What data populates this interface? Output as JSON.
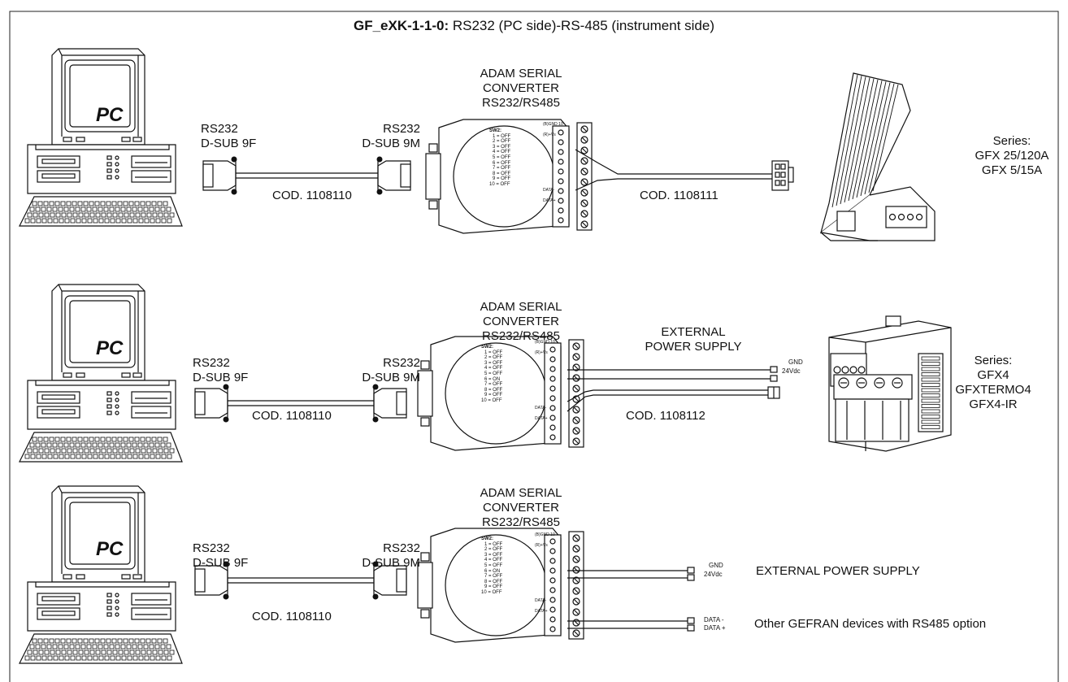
{
  "title": {
    "code": "GF_eXK-1-1-0:",
    "text": " RS232 (PC side)-RS-485 (instrument side)"
  },
  "pc_label": "PC",
  "rows": [
    {
      "converter": [
        "ADAM SERIAL",
        "CONVERTER",
        "RS232/RS485"
      ],
      "left_conn": [
        "RS232",
        "D-SUB 9F"
      ],
      "right_conn": [
        "RS232",
        "D-SUB 9M"
      ],
      "cable_code": "COD.  1108110",
      "out_code": "COD. 1108111",
      "series": [
        "Series:",
        "GFX 25/120A",
        "GFX 5/15A"
      ]
    },
    {
      "converter": [
        "ADAM SERIAL",
        "CONVERTER",
        "RS232/RS485"
      ],
      "left_conn": [
        "RS232",
        "D-SUB 9F"
      ],
      "right_conn": [
        "RS232",
        "D-SUB 9M"
      ],
      "cable_code": "COD.  1108110",
      "power": [
        "EXTERNAL",
        "POWER SUPPLY"
      ],
      "pins": [
        "GND",
        "24Vdc"
      ],
      "out_code": "COD. 1108112",
      "series": [
        "Series:",
        "GFX4",
        "GFXTERMO4",
        "GFX4-IR"
      ]
    },
    {
      "converter": [
        "ADAM SERIAL",
        "CONVERTER",
        "RS232/RS485"
      ],
      "left_conn": [
        "RS232",
        "D-SUB 9F"
      ],
      "right_conn": [
        "RS232",
        "D-SUB 9M"
      ],
      "cable_code": "COD.  1108110",
      "pins": [
        "GND",
        "24Vdc"
      ],
      "data_pins": [
        "DATA -",
        "DATA +"
      ],
      "power_text": "EXTERNAL POWER SUPPLY",
      "devices_text": "Other GEFRAN devices with RS485 option"
    }
  ],
  "converter_face": {
    "switch_title": "SW2:",
    "switches": [
      "1",
      "2",
      "3",
      "4",
      "5",
      "6",
      "7",
      "8",
      "9",
      "10"
    ],
    "states_row1": [
      "OFF",
      "OFF",
      "OFF",
      "OFF",
      "OFF",
      "OFF",
      "OFF",
      "OFF",
      "OFF",
      "OFF"
    ],
    "states_row2": [
      "OFF",
      "OFF",
      "OFF",
      "OFF",
      "OFF",
      "ON",
      "OFF",
      "OFF",
      "OFF",
      "OFF"
    ],
    "states_row3": [
      "OFF",
      "OFF",
      "OFF",
      "OFF",
      "OFF",
      "ON",
      "OFF",
      "OFF",
      "OFF",
      "OFF"
    ],
    "terminal_labels": [
      "(B)GND 10",
      "(R)+Vs",
      "DATA-",
      "DATA+"
    ]
  }
}
